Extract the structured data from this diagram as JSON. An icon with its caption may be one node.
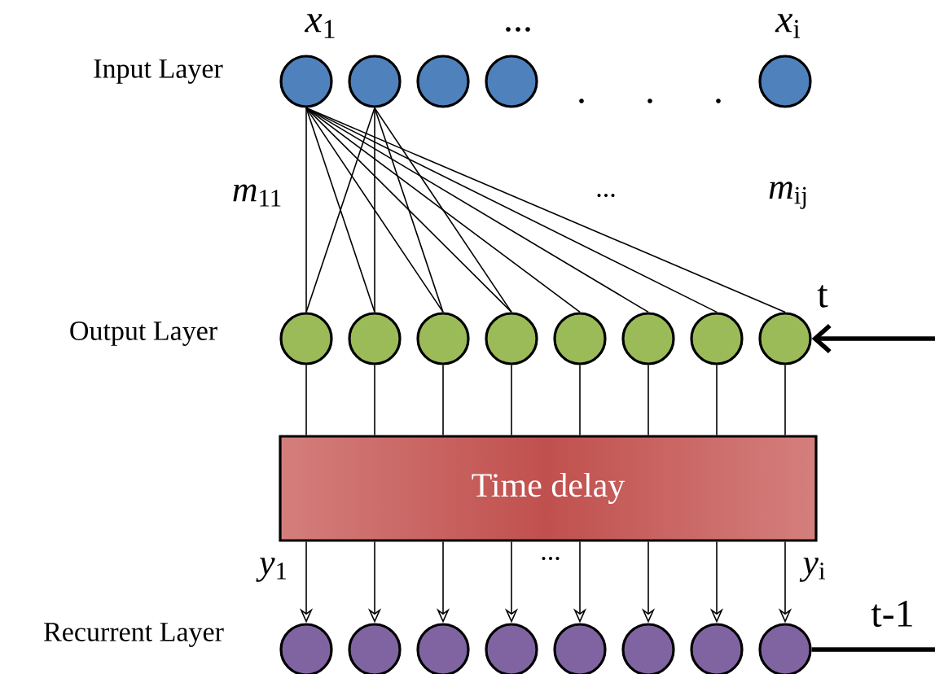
{
  "diagram": {
    "nodes": [
      {
        "text": [],
        "shape": "circle",
        "beside": [
          "*x*$_{1}$"
        ]
      },
      {
        "text": [],
        "shape": "circle"
      },
      {
        "text": [],
        "shape": "circle"
      },
      {
        "text": [],
        "shape": "circle",
        "beside": [
          "..."
        ]
      },
      {
        "text": [],
        "shape": "circle",
        "beside": [
          "*x*$_{i}$"
        ]
      },
      {
        "text": [],
        "shape": "circle"
      },
      {
        "text": [],
        "shape": "circle"
      },
      {
        "text": [],
        "shape": "circle"
      },
      {
        "text": [],
        "shape": "circle"
      },
      {
        "text": [],
        "shape": "circle"
      },
      {
        "text": [],
        "shape": "circle"
      },
      {
        "text": [],
        "shape": "circle"
      },
      {
        "text": [],
        "shape": "circle"
      },
      {
        "text": [
          "Time delay"
        ]
      },
      {
        "text": [],
        "shape": "circle"
      },
      {
        "text": [],
        "shape": "circle"
      },
      {
        "text": [],
        "shape": "circle"
      },
      {
        "text": [],
        "shape": "circle"
      },
      {
        "text": [],
        "shape": "circle"
      },
      {
        "text": [],
        "shape": "circle"
      },
      {
        "text": [],
        "shape": "circle"
      },
      {
        "text": [],
        "shape": "circle"
      }
    ],
    "edges": [
      {
        "from": 0,
        "to": 5,
        "arrow": "none"
      },
      {
        "from": 0,
        "to": 6,
        "arrow": "none"
      },
      {
        "from": 0,
        "to": 7,
        "arrow": "none"
      },
      {
        "from": 0,
        "to": 8,
        "arrow": "none"
      },
      {
        "from": 0,
        "to": 9,
        "arrow": "none"
      },
      {
        "from": 0,
        "to": 10,
        "arrow": "none"
      },
      {
        "from": 0,
        "to": 11,
        "arrow": "none"
      },
      {
        "from": 0,
        "to": 12,
        "arrow": "none"
      },
      {
        "from": 1,
        "to": 5,
        "arrow": "none"
      },
      {
        "from": 1,
        "to": 6,
        "arrow": "none"
      },
      {
        "from": 1,
        "to": 7,
        "arrow": "none"
      },
      {
        "from": 1,
        "to": 8,
        "arrow": "none"
      },
      {
        "from": 5,
        "to": 13,
        "arrow": "none"
      },
      {
        "from": 6,
        "to": 13,
        "arrow": "none"
      },
      {
        "from": 7,
        "to": 13,
        "arrow": "none"
      },
      {
        "from": 8,
        "to": 13,
        "arrow": "none"
      },
      {
        "from": 9,
        "to": 13,
        "arrow": "none"
      },
      {
        "from": 10,
        "to": 13,
        "arrow": "none"
      },
      {
        "from": 11,
        "to": 13,
        "arrow": "none"
      },
      {
        "from": 12,
        "to": 13,
        "arrow": "none"
      },
      {
        "from": 13,
        "to": 14,
        "arrow": "to"
      },
      {
        "from": 13,
        "to": 15,
        "arrow": "to"
      },
      {
        "from": 13,
        "to": 16,
        "arrow": "to"
      },
      {
        "from": 13,
        "to": 17,
        "arrow": "to"
      },
      {
        "from": 13,
        "to": 18,
        "arrow": "to"
      },
      {
        "from": 13,
        "to": 19,
        "arrow": "to"
      },
      {
        "from": 13,
        "to": 20,
        "arrow": "to"
      },
      {
        "from": 13,
        "to": 21,
        "arrow": "to"
      },
      {
        "from": null,
        "to": 12,
        "arrow": "to",
        "label": "t",
        "style": "thick"
      },
      {
        "from": 21,
        "to": null,
        "arrow": "none",
        "label": "t-1",
        "style": "thick"
      }
    ],
    "labels": [
      "Input Layer",
      ".",
      ".",
      ".",
      "*m*$_{11}$",
      "...",
      "*m*$_{ij}$",
      "Output Layer",
      "*y*$_{1}$",
      "...",
      "*y*$_{i}$",
      "Recurrent Layer"
    ]
  }
}
